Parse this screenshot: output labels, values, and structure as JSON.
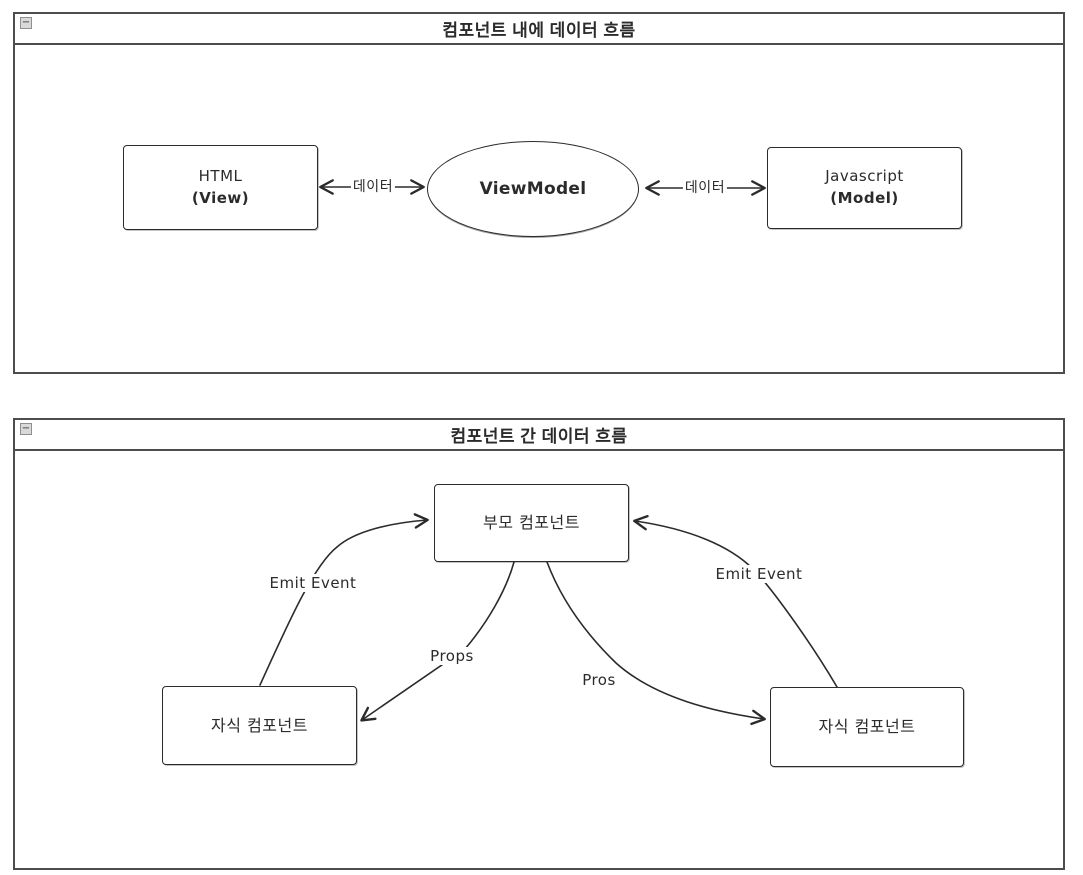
{
  "colors": {
    "stroke": "#2b2b2b",
    "panel_border": "#4d4d4d",
    "background": "#ffffff",
    "collapse_bg": "#d9d9d9",
    "collapse_border": "#8f8f8f"
  },
  "panel1": {
    "title": "컴포넌트 내에 데이터 흐름",
    "collapse_icon": "−",
    "nodes": {
      "view": {
        "line1": "HTML",
        "line2": "(View)"
      },
      "viewmodel": {
        "label": "ViewModel"
      },
      "model": {
        "line1": "Javascript",
        "line2": "(Model)"
      }
    },
    "edges": {
      "left_data_label": "데이터",
      "right_data_label": "데이터"
    }
  },
  "panel2": {
    "title": "컴포넌트 간 데이터 흐름",
    "collapse_icon": "−",
    "nodes": {
      "parent": "부모 컴포넌트",
      "child_left": "자식 컴포넌트",
      "child_right": "자식 컴포넌트"
    },
    "edges": {
      "emit_left": "Emit Event",
      "emit_right": "Emit Event",
      "props_left": "Props",
      "props_right": "Pros"
    }
  }
}
